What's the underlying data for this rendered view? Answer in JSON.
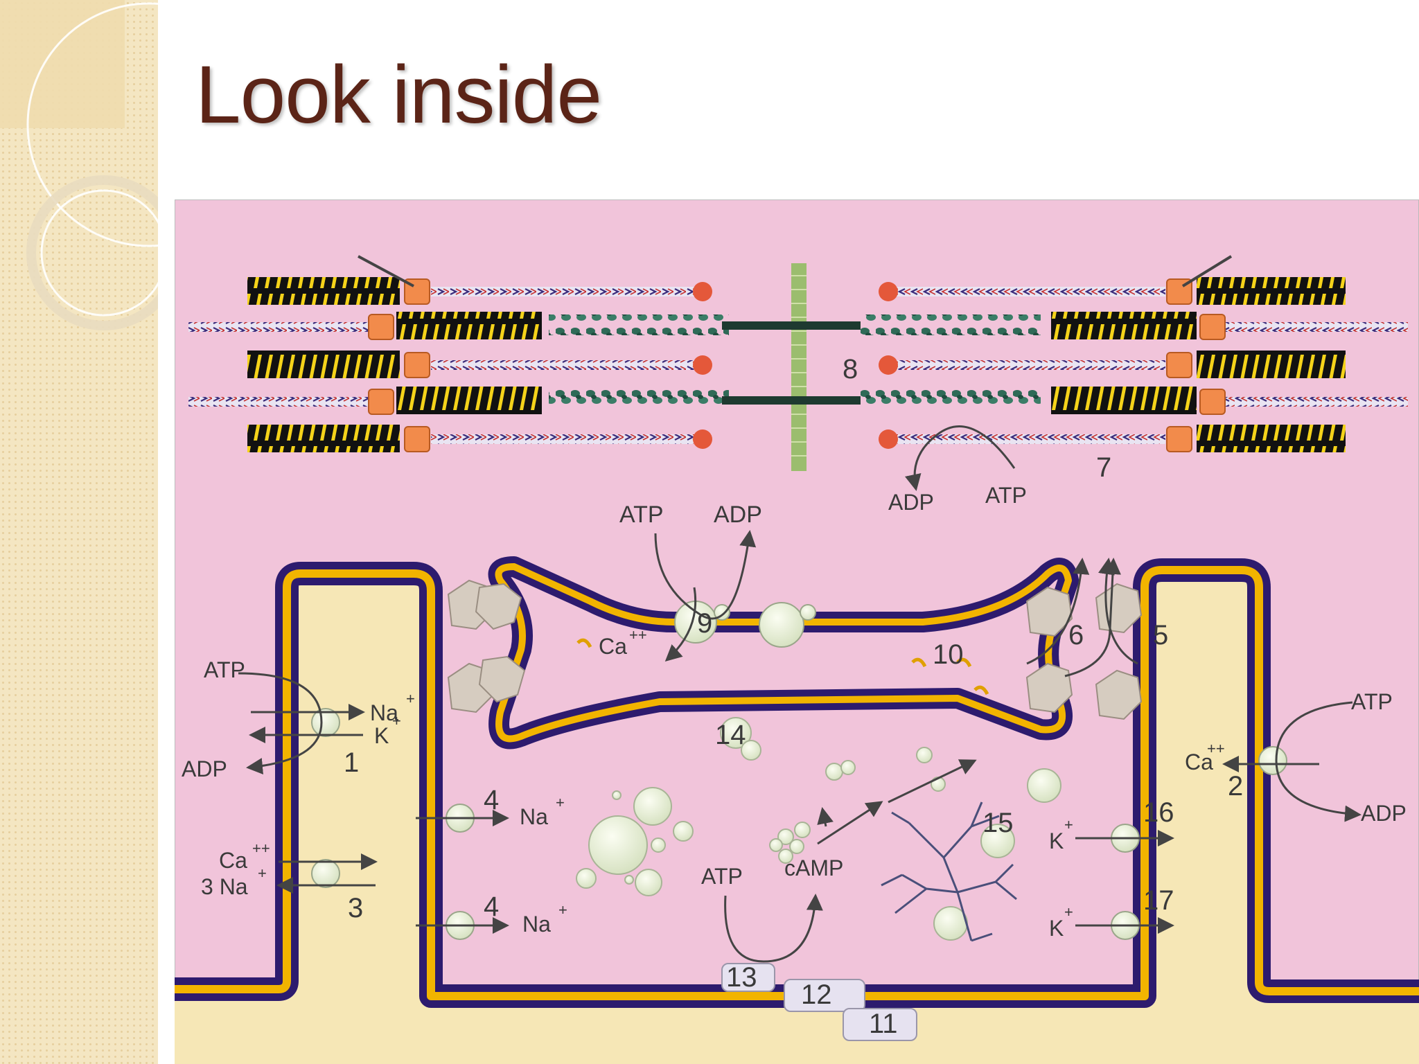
{
  "slide": {
    "title": "Look inside",
    "theme_colors": {
      "sidebar": "#f4e6c2",
      "title": "#5b2417",
      "cytoplasm": "#f1c4da",
      "membrane_outer": "#2d1b6e",
      "membrane_inner": "#f2b400",
      "extracellular": "#f6e7b6"
    }
  },
  "diagram": {
    "numbers": {
      "n1": "1",
      "n2": "2",
      "n3": "3",
      "n4a": "4",
      "n4b": "4",
      "n5": "5",
      "n6": "6",
      "n7": "7",
      "n8": "8",
      "n9": "9",
      "n10": "10",
      "n11": "11",
      "n12": "12",
      "n13": "13",
      "n14": "14",
      "n15": "15",
      "n16": "16",
      "n17": "17"
    },
    "molecules": {
      "atp": "ATP",
      "adp": "ADP",
      "camp": "cAMP",
      "na": "Na",
      "k": "K",
      "ca": "Ca",
      "three_na": "3 Na",
      "plus": "+",
      "plus_plus": "++"
    }
  }
}
